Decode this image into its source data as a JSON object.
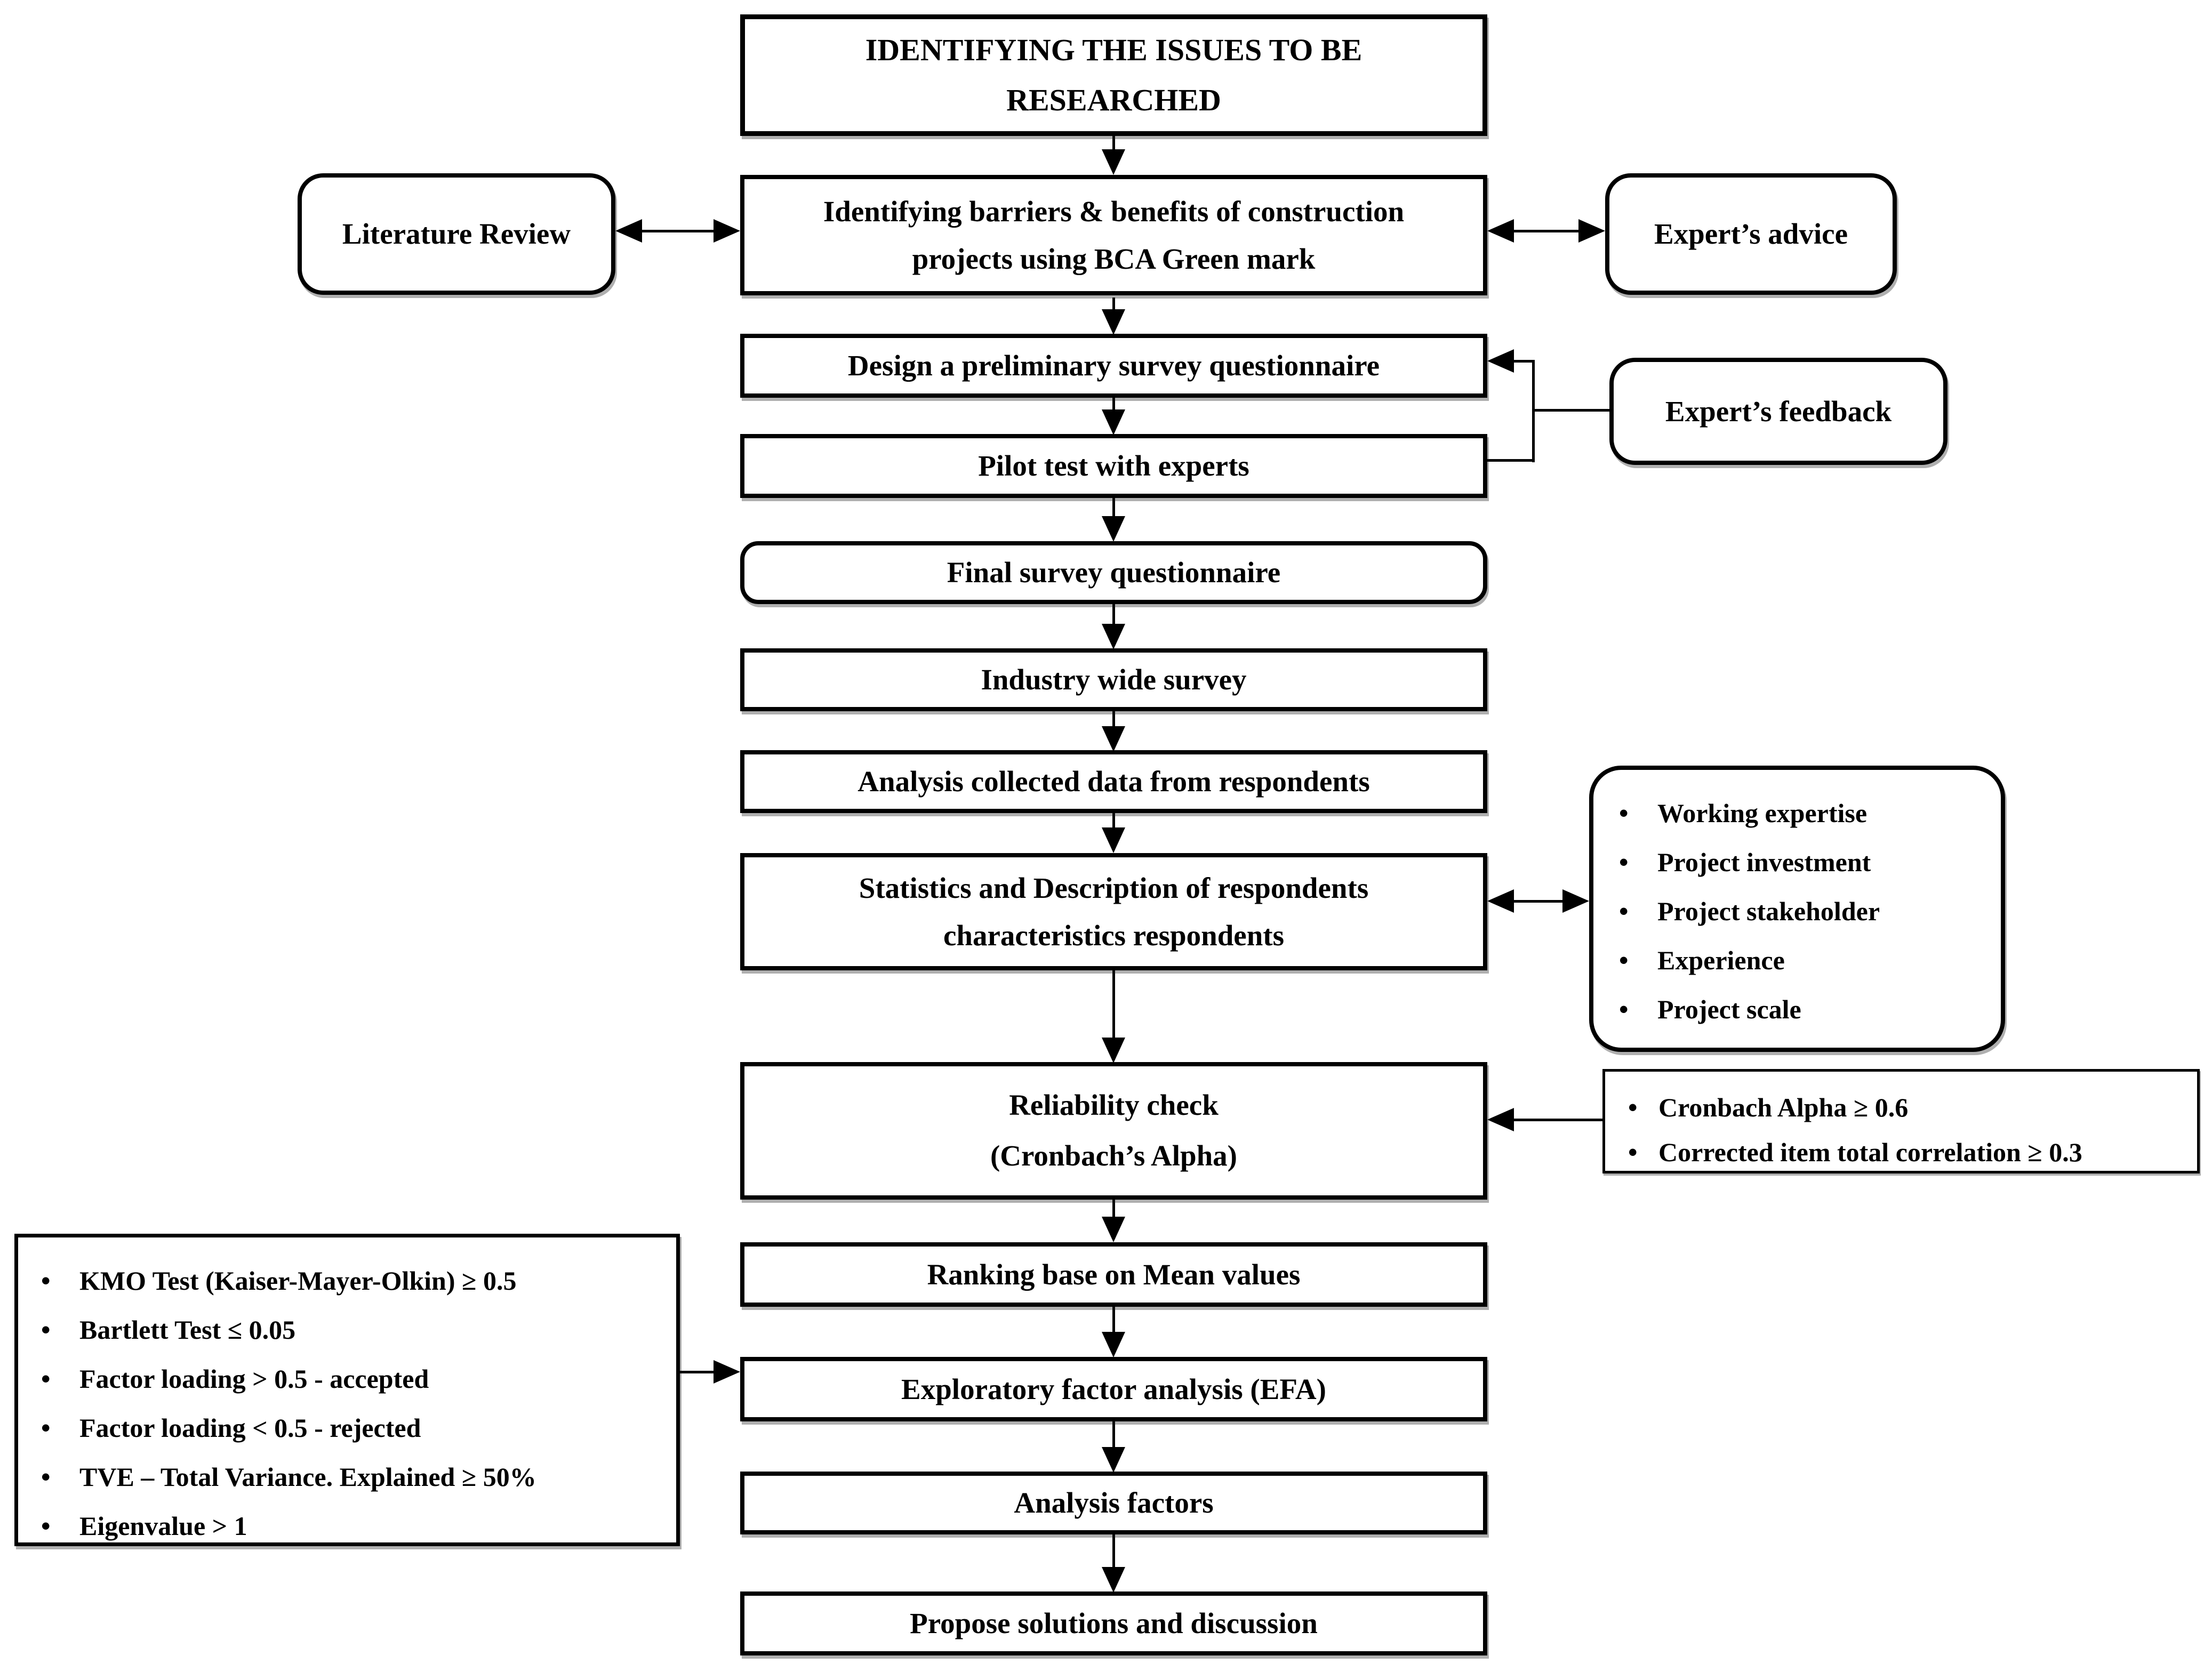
{
  "diagram": {
    "background_color": "#ffffff",
    "line_color": "#000000",
    "nodes": {
      "title": "IDENTIFYING THE ISSUES TO BE RESEARCHED",
      "identify_barriers": "Identifying barriers & benefits of construction projects using BCA Green mark",
      "literature_review": "Literature Review",
      "expert_advice": "Expert’s advice",
      "design_preliminary": "Design a preliminary survey questionnaire",
      "pilot_test": "Pilot test with experts",
      "expert_feedback": "Expert’s feedback",
      "final_survey": "Final survey questionnaire",
      "industry_survey": "Industry wide survey",
      "analysis_collected": "Analysis collected data from respondents",
      "statistics_description": "Statistics and Description of respondents characteristics respondents",
      "reliability_check_line1": "Reliability check",
      "reliability_check_line2": "(Cronbach’s Alpha)",
      "ranking": "Ranking base on Mean values",
      "efa": "Exploratory factor analysis (EFA)",
      "analysis_factors": "Analysis factors",
      "propose": "Propose solutions and discussion"
    },
    "respondent_characteristics": [
      "Working expertise",
      "Project investment",
      "Project stakeholder",
      "Experience",
      "Project scale"
    ],
    "reliability_criteria": [
      "Cronbach Alpha ≥ 0.6",
      "Corrected item total correlation ≥ 0.3"
    ],
    "efa_criteria": [
      "KMO Test (Kaiser-Mayer-Olkin) ≥ 0.5",
      "Bartlett Test ≤ 0.05",
      "Factor loading > 0.5 - accepted",
      "Factor loading < 0.5 - rejected",
      "TVE – Total Variance. Explained ≥ 50%",
      "Eigenvalue > 1"
    ]
  }
}
